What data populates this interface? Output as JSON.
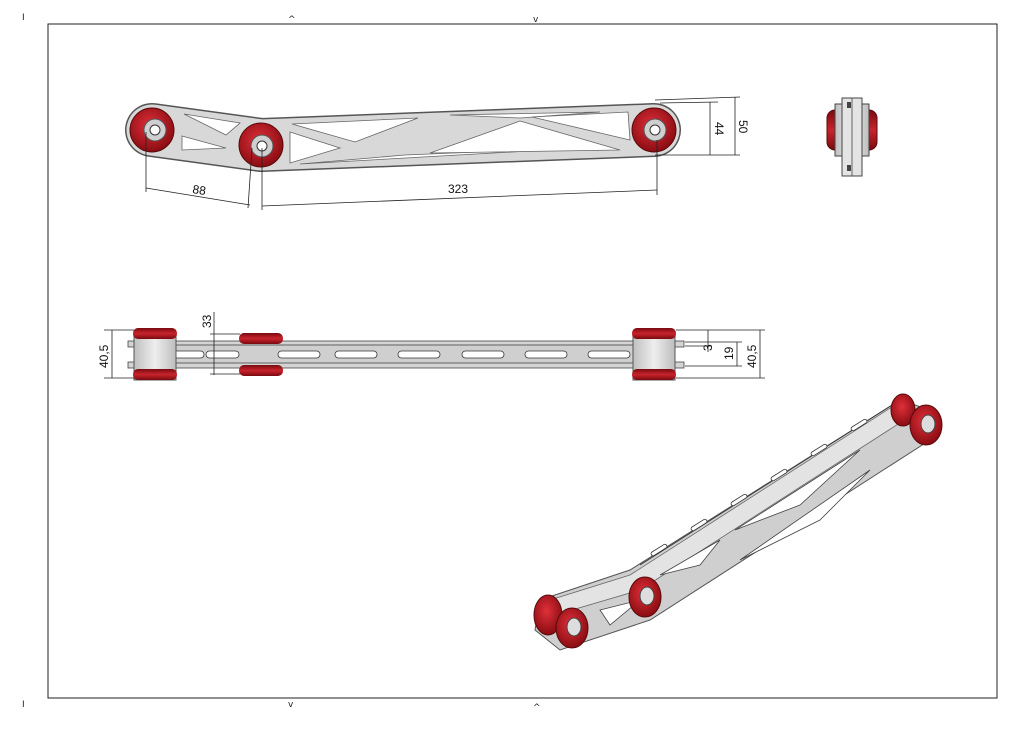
{
  "sheet": {
    "frame_marks": {
      "left_top": "I",
      "left_bottom": "I",
      "top_a": "^",
      "top_b": "v",
      "bottom_a": "v",
      "bottom_b": "^"
    }
  },
  "top_view": {
    "dimensions": {
      "eye_to_mid": "88",
      "mid_to_end": "323",
      "inner_height": "44",
      "outer_height": "50"
    }
  },
  "side_view": {
    "dimensions": {
      "left_height": "40,5",
      "mid_offset": "33",
      "plate_thickness": "3",
      "plate_gap": "19",
      "right_height": "40,5"
    }
  },
  "colors": {
    "bushing": "#b0141c",
    "metal": "#d6d6d6",
    "outline": "#444444",
    "frame": "#222222"
  }
}
